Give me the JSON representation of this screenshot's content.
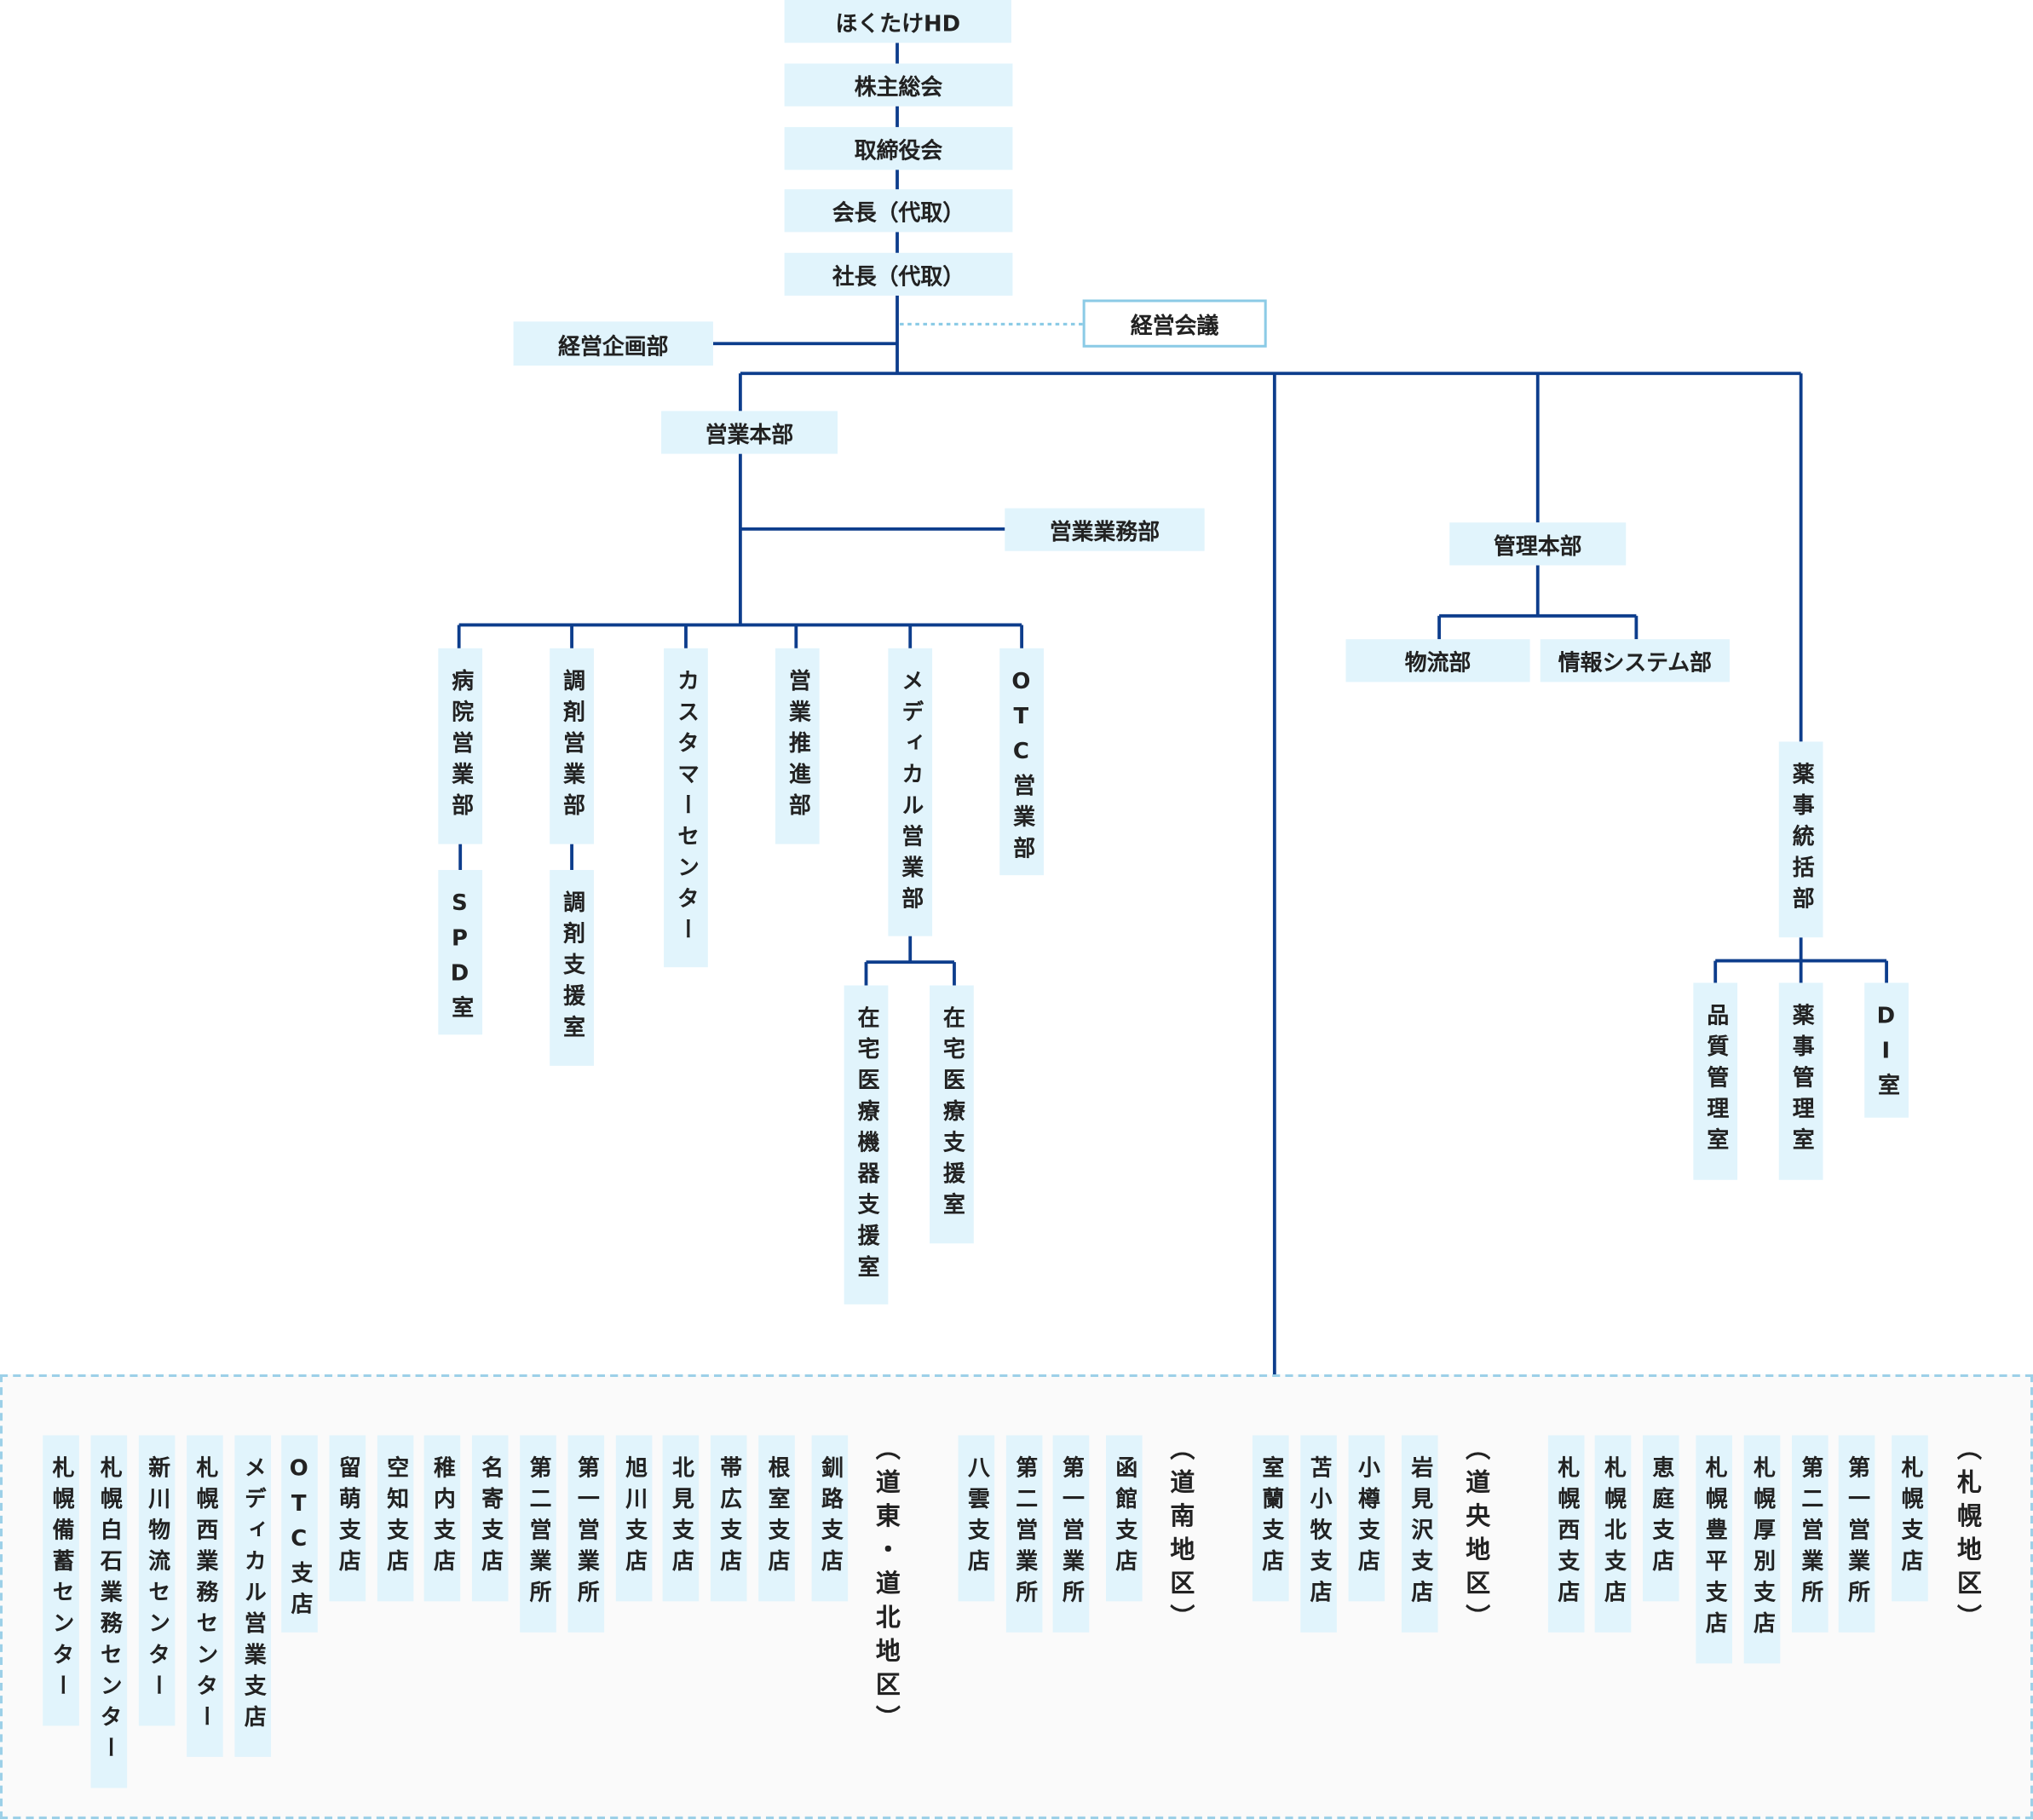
{
  "top": {
    "hd": "ほくたけHD",
    "shareholders": "株主総会",
    "board": "取締役会",
    "chairman": "会長（代取）",
    "president": "社長（代取）",
    "mgmt_meeting": "経営会議",
    "planning": "経営企画部"
  },
  "sales": {
    "hq": "営業本部",
    "ops": "営業業務部",
    "hospital": "病院営業部",
    "spd": "SPD室",
    "dispensing": "調剤営業部",
    "dispensing_support": "調剤支援室",
    "customer_center": "カスタマーセンター",
    "promotion": "営業推進部",
    "medical": "メディカル営業部",
    "home_device": "在宅医療機器支援室",
    "home_support": "在宅医療支援室",
    "otc": "OTC営業部"
  },
  "admin": {
    "hq": "管理本部",
    "logistics": "物流部",
    "it": "情報システム部"
  },
  "pharma": {
    "hq": "薬事統括部",
    "quality": "品質管理室",
    "affairs": "薬事管理室",
    "di": "DI室"
  },
  "regions": [
    {
      "label": "（道東・道北地区）",
      "items": [
        "釧路支店",
        "根室支店",
        "帯広支店",
        "北見支店",
        "旭川支店",
        "第一営業所",
        "第二営業所",
        "名寄支店",
        "稚内支店",
        "空知支店",
        "留萌支店",
        "OTC支店",
        "メディカル営業支店",
        "札幌西業務センター",
        "新川物流センター",
        "札幌白石業務センター",
        "札幌備蓄センター"
      ]
    },
    {
      "label": "（道南地区）",
      "items": [
        "函館支店",
        "第一営業所",
        "第二営業所",
        "八雲支店"
      ]
    },
    {
      "label": "（道央地区）",
      "items": [
        "岩見沢支店",
        "小樽支店",
        "苫小牧支店",
        "室蘭支店"
      ]
    },
    {
      "label": "（札幌地区）",
      "items": [
        "札幌支店",
        "第一営業所",
        "第二営業所",
        "札幌厚別支店",
        "札幌豊平支店",
        "恵庭支店",
        "札幌北支店",
        "札幌西支店"
      ]
    }
  ],
  "colors": {
    "box": "#e1f4fc",
    "line": "#0d3d8c",
    "dashed": "#9cd0e8"
  }
}
